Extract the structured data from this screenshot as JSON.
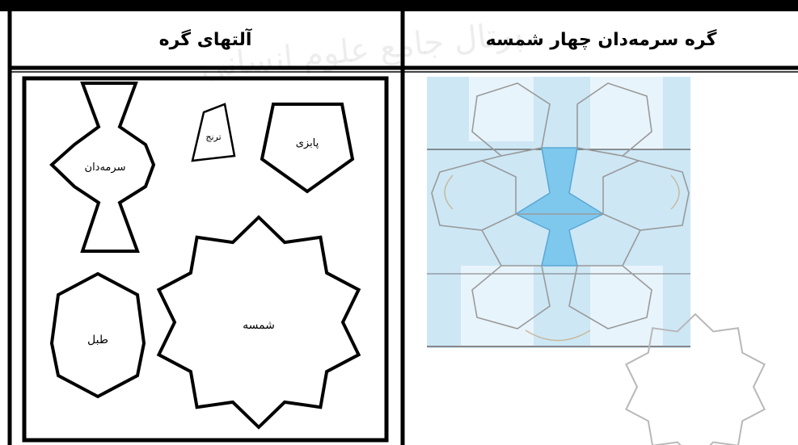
{
  "table": {
    "headers": {
      "left": "آلتهای گره",
      "right": "گره سرمه‌دان چهار شمسه"
    }
  },
  "pieces": {
    "surmedan": "سرمه‌دان",
    "small_shape": "ترنج",
    "pentagon": "پابزی",
    "hexagon": "طبل",
    "star": "شمسه"
  },
  "colors": {
    "line": "#000000",
    "light_blue": "#cde7f5",
    "mid_blue": "#7ec8ee",
    "pattern_stroke": "#9a9a9a",
    "pattern_beige": "#c8b89a"
  }
}
